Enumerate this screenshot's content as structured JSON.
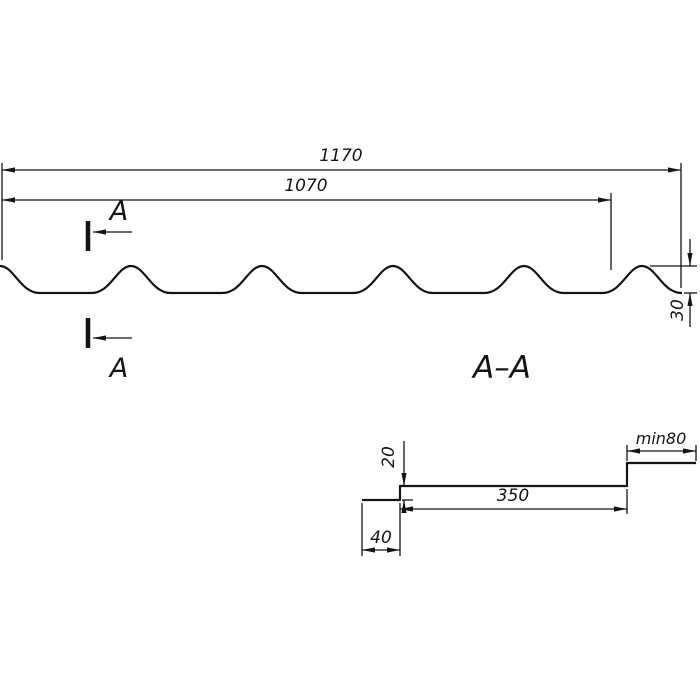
{
  "drawing": {
    "section_title": "A–A",
    "plan": {
      "dim_overall_width": "1170",
      "dim_cover_width": "1070",
      "dim_wave_height": "30",
      "section_letter_top": "A",
      "section_letter_bottom": "A"
    },
    "section": {
      "dim_step_height": "20",
      "dim_module": "350",
      "dim_step_offset": "40",
      "dim_overlap": "min80"
    },
    "colors": {
      "line": "#141414",
      "background": "#ffffff"
    }
  }
}
